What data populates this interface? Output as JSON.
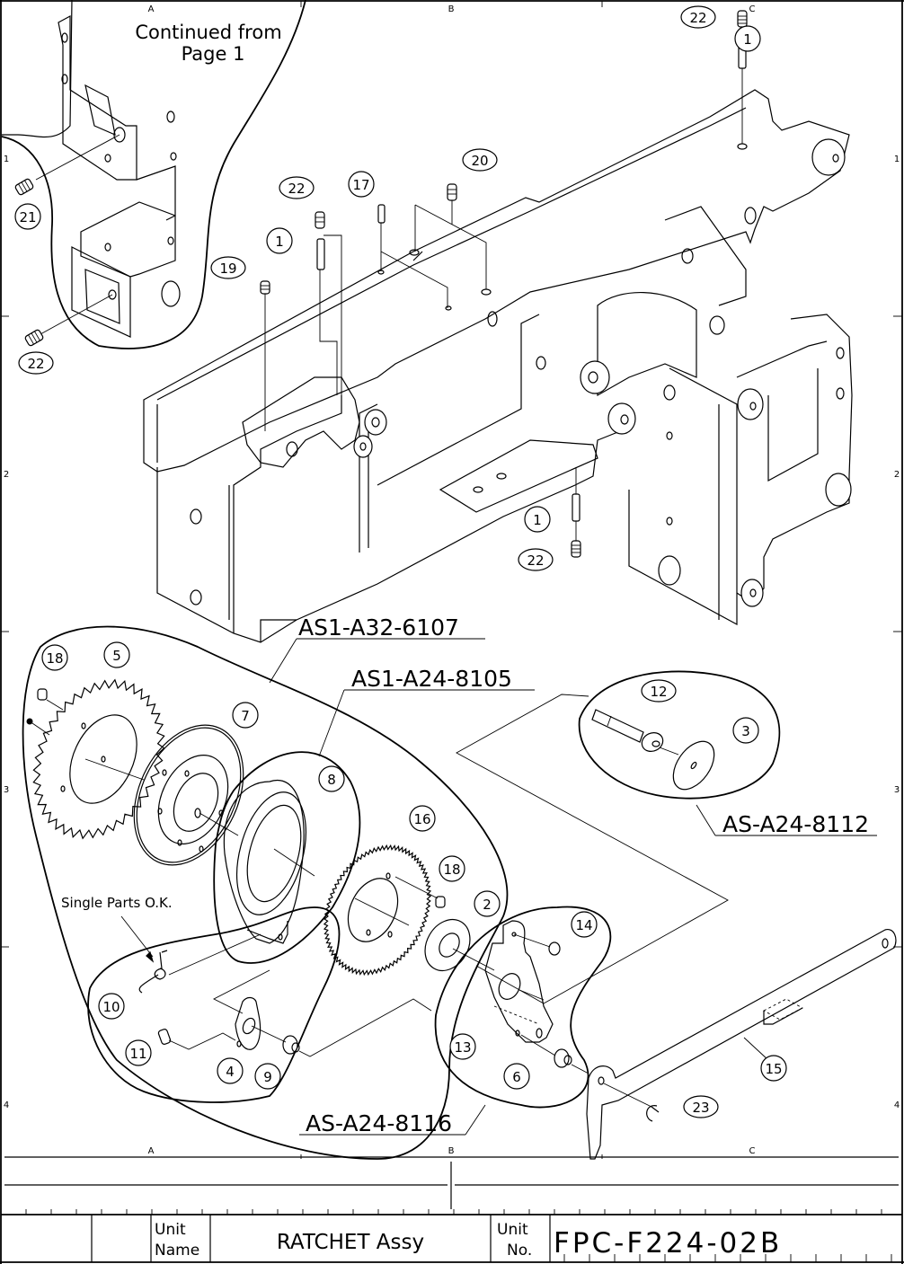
{
  "drawing": {
    "continued_note_line1": "Continued from",
    "continued_note_line2": "Page 1",
    "single_parts_note": "Single Parts O.K.",
    "grid": {
      "columns": [
        "A",
        "B",
        "C"
      ],
      "rows": [
        "1",
        "2",
        "3",
        "4"
      ]
    },
    "balloons": [
      {
        "id": "b22a",
        "label": "22"
      },
      {
        "id": "b1a",
        "label": "1"
      },
      {
        "id": "b21",
        "label": "21"
      },
      {
        "id": "b22b",
        "label": "22"
      },
      {
        "id": "b22c",
        "label": "22"
      },
      {
        "id": "b17",
        "label": "17"
      },
      {
        "id": "b20",
        "label": "20"
      },
      {
        "id": "b1b",
        "label": "1"
      },
      {
        "id": "b19",
        "label": "19"
      },
      {
        "id": "b1c",
        "label": "1"
      },
      {
        "id": "b22d",
        "label": "22"
      },
      {
        "id": "b18a",
        "label": "18"
      },
      {
        "id": "b5",
        "label": "5"
      },
      {
        "id": "b7",
        "label": "7"
      },
      {
        "id": "b8",
        "label": "8"
      },
      {
        "id": "b16",
        "label": "16"
      },
      {
        "id": "b18b",
        "label": "18"
      },
      {
        "id": "b2",
        "label": "2"
      },
      {
        "id": "b14",
        "label": "14"
      },
      {
        "id": "b12",
        "label": "12"
      },
      {
        "id": "b3",
        "label": "3"
      },
      {
        "id": "b10",
        "label": "10"
      },
      {
        "id": "b11",
        "label": "11"
      },
      {
        "id": "b4",
        "label": "4"
      },
      {
        "id": "b9",
        "label": "9"
      },
      {
        "id": "b13",
        "label": "13"
      },
      {
        "id": "b6",
        "label": "6"
      },
      {
        "id": "b15",
        "label": "15"
      },
      {
        "id": "b23",
        "label": "23"
      }
    ],
    "assemblies": [
      {
        "id": "asm1",
        "label": "AS1-A32-6107"
      },
      {
        "id": "asm2",
        "label": "AS1-A24-8105"
      },
      {
        "id": "asm3",
        "label": "AS-A24-8112"
      },
      {
        "id": "asm4",
        "label": "AS-A24-8116"
      }
    ]
  },
  "title_block": {
    "unit_name_label_line1": "Unit",
    "unit_name_label_line2": "Name",
    "unit_name_value": "RATCHET Assy",
    "unit_no_label_line1": "Unit",
    "unit_no_label_line2": "No.",
    "unit_no_value": "FPC-F224-02B"
  }
}
